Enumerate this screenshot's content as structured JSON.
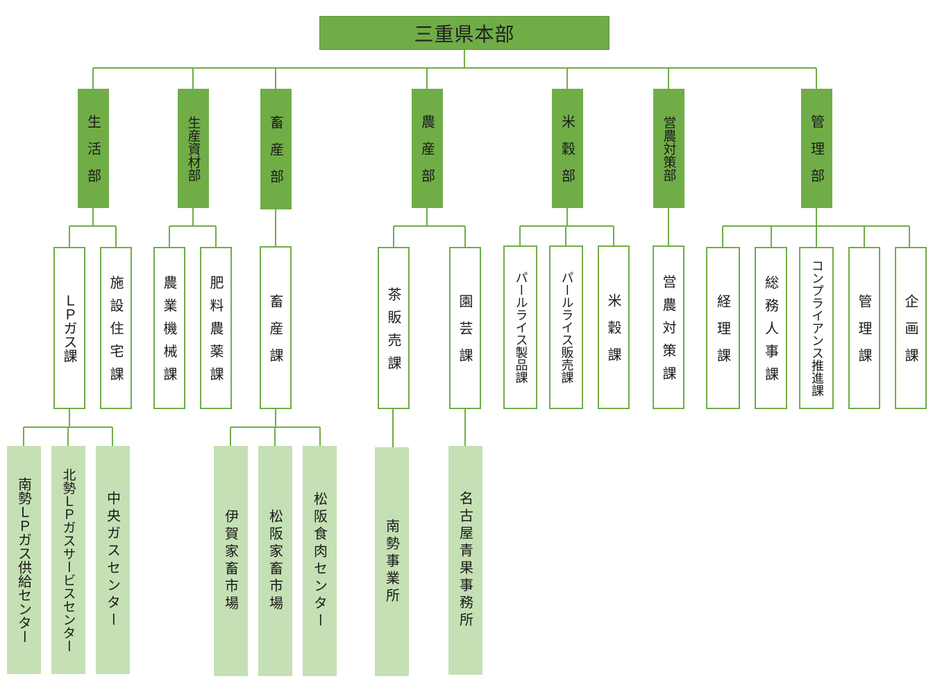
{
  "headquarters": {
    "label": "三重県本部"
  },
  "colors": {
    "department": "#70ad47",
    "section_border": "#70ad47",
    "unit": "#c5e0b4",
    "connector": "#70ad47"
  },
  "departments": [
    {
      "label": "生活部"
    },
    {
      "label": "生産資材部"
    },
    {
      "label": "畜産部"
    },
    {
      "label": "農産部"
    },
    {
      "label": "米穀部"
    },
    {
      "label": "営農対策部"
    },
    {
      "label": "管理部"
    }
  ],
  "sections": [
    {
      "label": "ＬＰガス課"
    },
    {
      "label": "施設住宅課"
    },
    {
      "label": "農業機械課"
    },
    {
      "label": "肥料農薬課"
    },
    {
      "label": "畜産課"
    },
    {
      "label": "茶販売課"
    },
    {
      "label": "園芸課"
    },
    {
      "label": "パールライス製品課"
    },
    {
      "label": "パールライス販売課"
    },
    {
      "label": "米穀課"
    },
    {
      "label": "営農対策課"
    },
    {
      "label": "経理課"
    },
    {
      "label": "総務人事課"
    },
    {
      "label": "コンプライアンス推進課"
    },
    {
      "label": "管理課"
    },
    {
      "label": "企画課"
    }
  ],
  "units": [
    {
      "label": "南勢ＬＰガス供給センター"
    },
    {
      "label": "北勢ＬＰガスサービスセンター"
    },
    {
      "label": "中央ガスセンター"
    },
    {
      "label": "伊賀家畜市場"
    },
    {
      "label": "松阪家畜市場"
    },
    {
      "label": "松阪食肉センター"
    },
    {
      "label": "南勢事業所"
    },
    {
      "label": "名古屋青果事務所"
    }
  ]
}
